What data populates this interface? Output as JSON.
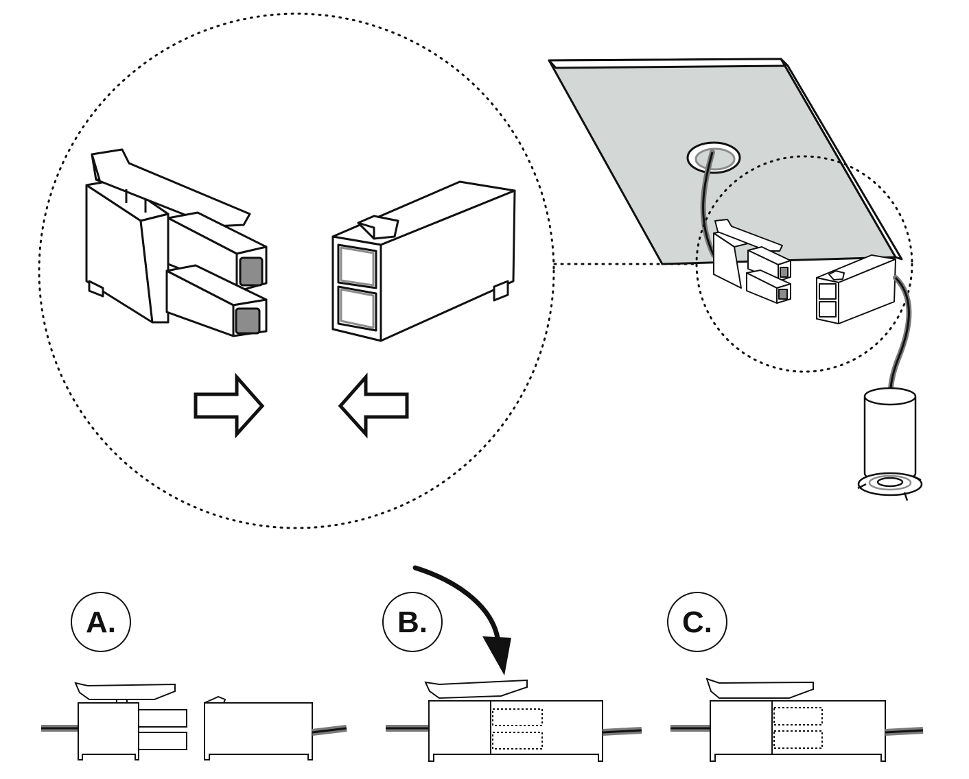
{
  "diagram": {
    "steps": [
      {
        "label": "A."
      },
      {
        "label": "B."
      },
      {
        "label": "C."
      }
    ],
    "colors": {
      "line": "#111111",
      "ceiling_fill": "#d3d8d6",
      "cable_outer": "#7a7a7a",
      "cable_inner": "#111111",
      "terminal_fill": "#8c8c8c"
    },
    "icons": [
      "male-connector-icon",
      "female-connector-icon",
      "push-right-arrow-icon",
      "push-left-arrow-icon",
      "ceiling-panel-icon",
      "downlight-icon",
      "curved-arrow-icon"
    ]
  }
}
